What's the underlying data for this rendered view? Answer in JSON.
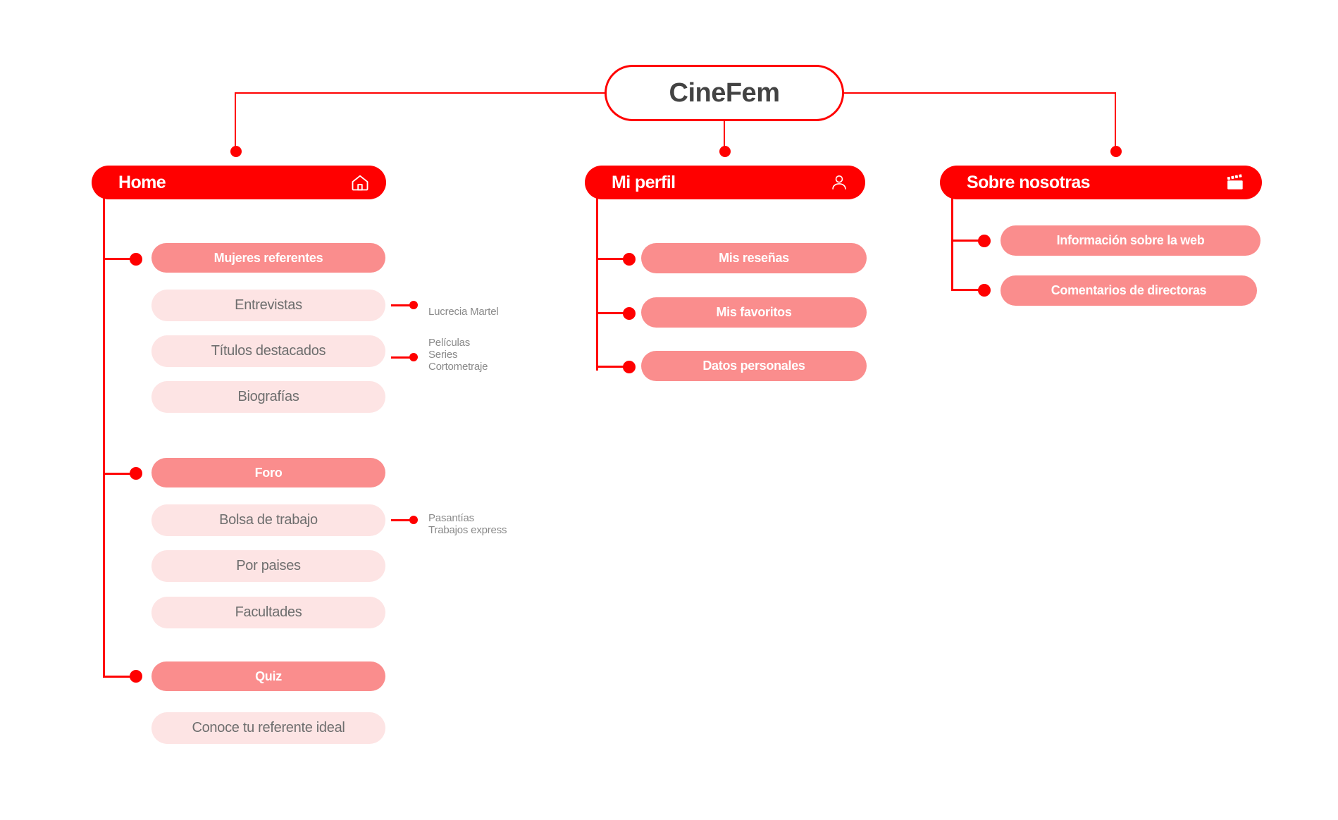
{
  "diagram": {
    "title": "CineFem",
    "root": {
      "label": "CineFem"
    },
    "sections": [
      {
        "id": "home",
        "label": "Home",
        "icon": "home-icon",
        "groups": [
          {
            "label": "Mujeres referentes",
            "children": [
              {
                "label": "Entrevistas",
                "note": "Lucrecia Martel"
              },
              {
                "label": "Títulos destacados",
                "note": "Películas\nSeries\nCortometraje"
              },
              {
                "label": "Biografías",
                "note": ""
              }
            ]
          },
          {
            "label": "Foro",
            "children": [
              {
                "label": "Bolsa de trabajo",
                "note": "Pasantías\nTrabajos express"
              },
              {
                "label": "Por paises",
                "note": ""
              },
              {
                "label": "Facultades",
                "note": ""
              }
            ]
          },
          {
            "label": "Quiz",
            "children": [
              {
                "label": "Conoce tu  referente ideal",
                "note": ""
              }
            ]
          }
        ]
      },
      {
        "id": "mi-perfil",
        "label": "Mi perfil",
        "icon": "user-icon",
        "groups": [
          {
            "label": "Mis reseñas",
            "children": []
          },
          {
            "label": "Mis favoritos",
            "children": []
          },
          {
            "label": "Datos personales",
            "children": []
          }
        ]
      },
      {
        "id": "sobre-nosotras",
        "label": "Sobre nosotras",
        "icon": "clapperboard-icon",
        "groups": [
          {
            "label": "Información sobre la web",
            "children": []
          },
          {
            "label": "Comentarios de directoras",
            "children": []
          }
        ]
      }
    ]
  },
  "colors": {
    "red": "#FF0000",
    "salmon": "#FA8D8D",
    "light_pink": "#FDE4E4",
    "text_dark": "#434343",
    "text_gray": "#6E6E6E",
    "note_gray": "#8A8A8A",
    "background": "#FFFFFF"
  }
}
